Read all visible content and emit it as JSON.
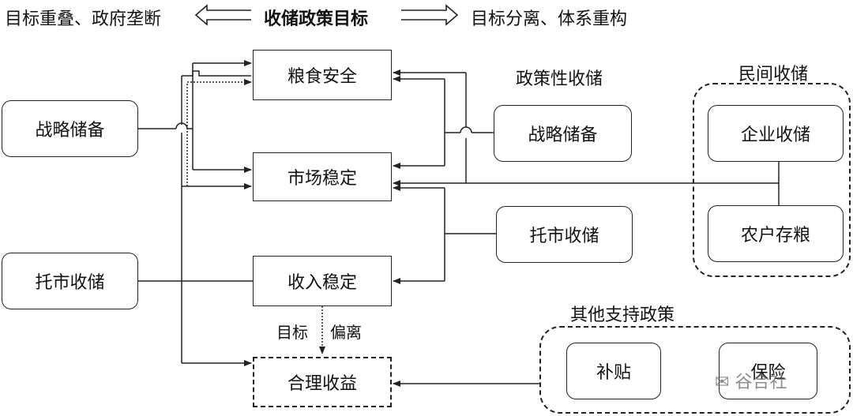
{
  "header": {
    "left": "目标重叠、政府垄断",
    "center": "收储政策目标",
    "right": "目标分离、体系重构"
  },
  "goals": {
    "food_security": "粮食安全",
    "market_stability": "市场稳定",
    "income_stability": "收入稳定",
    "reasonable_return": "合理收益"
  },
  "left_policies": {
    "strategic_reserve": "战略储备",
    "market_support": "托市收储"
  },
  "policy_storage": {
    "title": "政策性收储",
    "strategic_reserve": "战略储备",
    "market_support": "托市收储"
  },
  "private_storage": {
    "title": "民间收储",
    "enterprise": "企业收储",
    "farmer": "农户存粮"
  },
  "other_support": {
    "title": "其他支持政策",
    "subsidy": "补贴",
    "insurance": "保险"
  },
  "deviation": {
    "label_left": "目标",
    "label_right": "偏离"
  },
  "watermark": "谷合社"
}
